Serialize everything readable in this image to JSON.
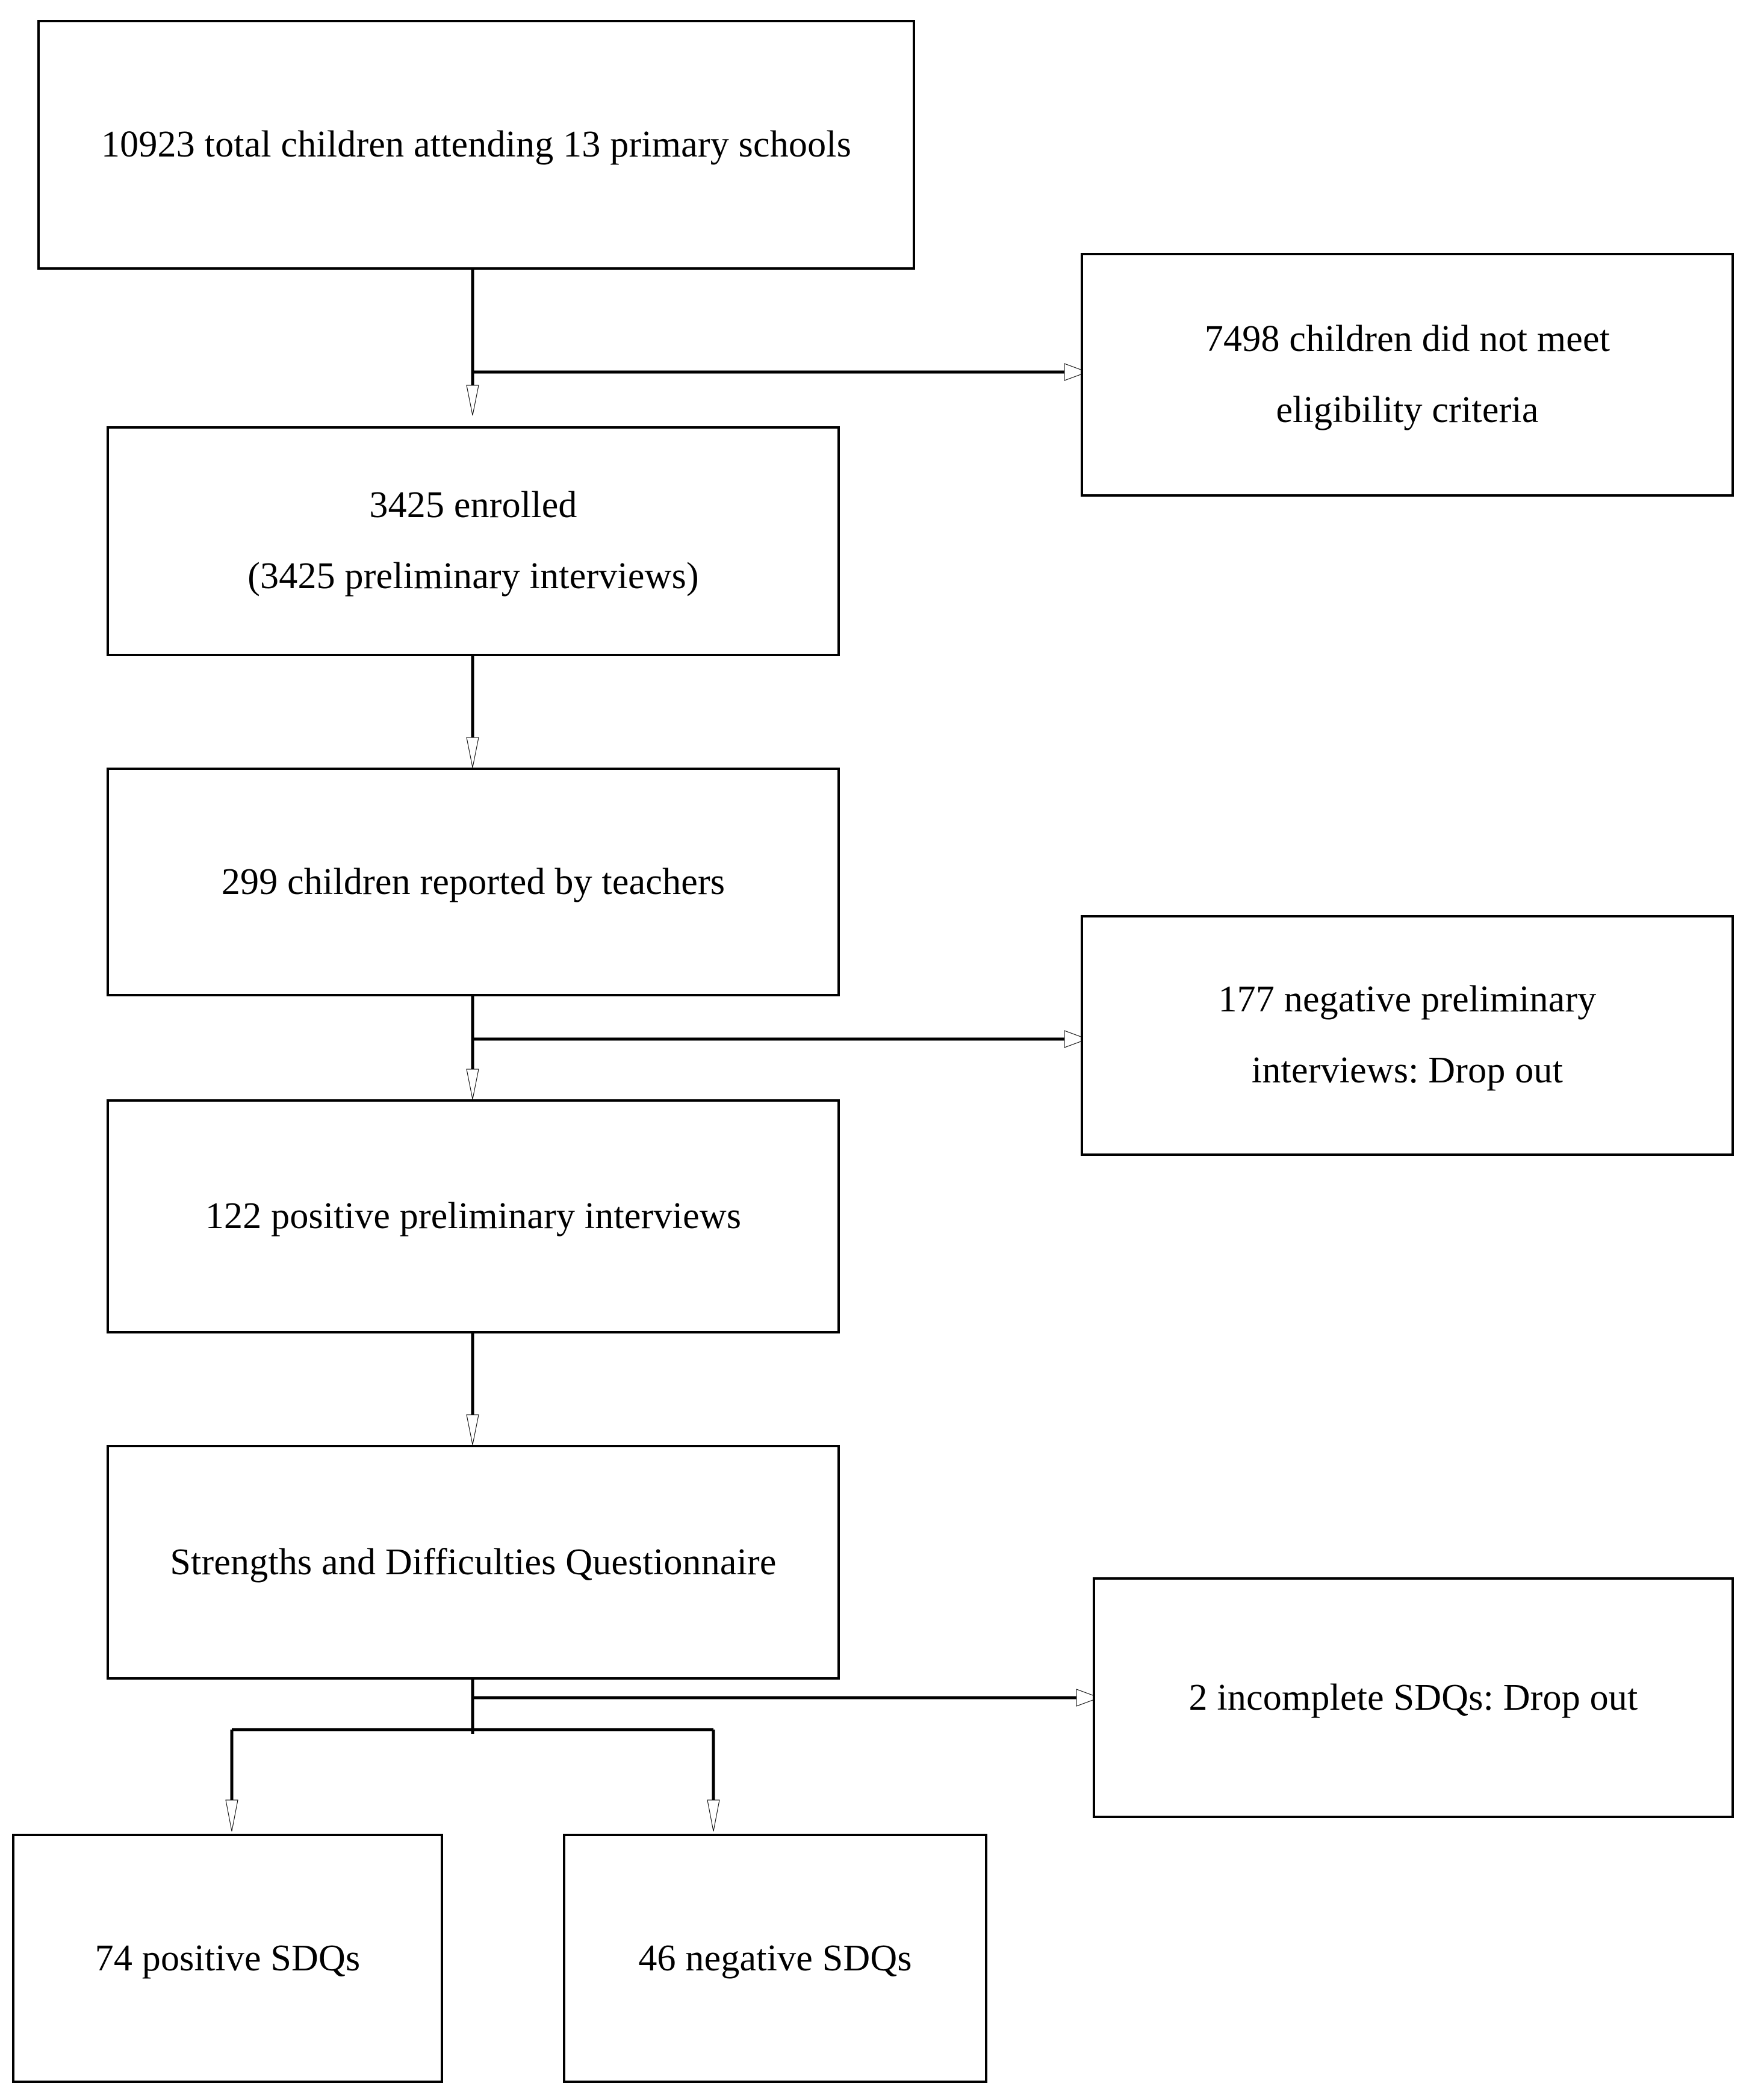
{
  "diagram": {
    "type": "flowchart",
    "orientation": "top-to-bottom",
    "background_color": "#ffffff",
    "line_color": "#000000",
    "nodes": [
      {
        "id": "total",
        "name": "total-children-box",
        "lines": [
          "10923 total children attending 13 primary schools"
        ],
        "value": 10923
      },
      {
        "id": "ineligible",
        "name": "ineligible-children-box",
        "lines": [
          "7498 children did not meet",
          "eligibility criteria"
        ],
        "value": 7498
      },
      {
        "id": "enrolled",
        "name": "enrolled-box",
        "lines": [
          "3425 enrolled",
          "(3425 preliminary interviews)"
        ],
        "value": 3425
      },
      {
        "id": "reported",
        "name": "reported-by-teachers-box",
        "lines": [
          "299 children reported by teachers"
        ],
        "value": 299
      },
      {
        "id": "negative-interviews",
        "name": "negative-preliminary-interviews-box",
        "lines": [
          "177 negative preliminary",
          "interviews: Drop out"
        ],
        "value": 177
      },
      {
        "id": "positive-interviews",
        "name": "positive-preliminary-interviews-box",
        "lines": [
          "122 positive preliminary interviews"
        ],
        "value": 122
      },
      {
        "id": "sdq",
        "name": "strengths-and-difficulties-questionnaire-box",
        "lines": [
          "Strengths and Difficulties Questionnaire"
        ],
        "value": null
      },
      {
        "id": "incomplete-sdq",
        "name": "incomplete-sdqs-box",
        "lines": [
          "2 incomplete SDQs: Drop out"
        ],
        "value": 2
      },
      {
        "id": "positive-sdq",
        "name": "positive-sdqs-box",
        "lines": [
          "74 positive SDQs"
        ],
        "value": 74
      },
      {
        "id": "negative-sdq",
        "name": "negative-sdqs-box",
        "lines": [
          "46 negative SDQs"
        ],
        "value": 46
      }
    ],
    "edges": [
      {
        "from": "total",
        "to": "enrolled",
        "style": "arrow-down"
      },
      {
        "from": "total",
        "to": "ineligible",
        "style": "arrow-right"
      },
      {
        "from": "enrolled",
        "to": "reported",
        "style": "arrow-down"
      },
      {
        "from": "reported",
        "to": "positive-interviews",
        "style": "arrow-down"
      },
      {
        "from": "reported",
        "to": "negative-interviews",
        "style": "arrow-right"
      },
      {
        "from": "positive-interviews",
        "to": "sdq",
        "style": "arrow-down"
      },
      {
        "from": "sdq",
        "to": "incomplete-sdq",
        "style": "arrow-right"
      },
      {
        "from": "sdq",
        "to": "positive-sdq",
        "style": "arrow-split-down-left"
      },
      {
        "from": "sdq",
        "to": "negative-sdq",
        "style": "arrow-split-down-right"
      }
    ]
  }
}
